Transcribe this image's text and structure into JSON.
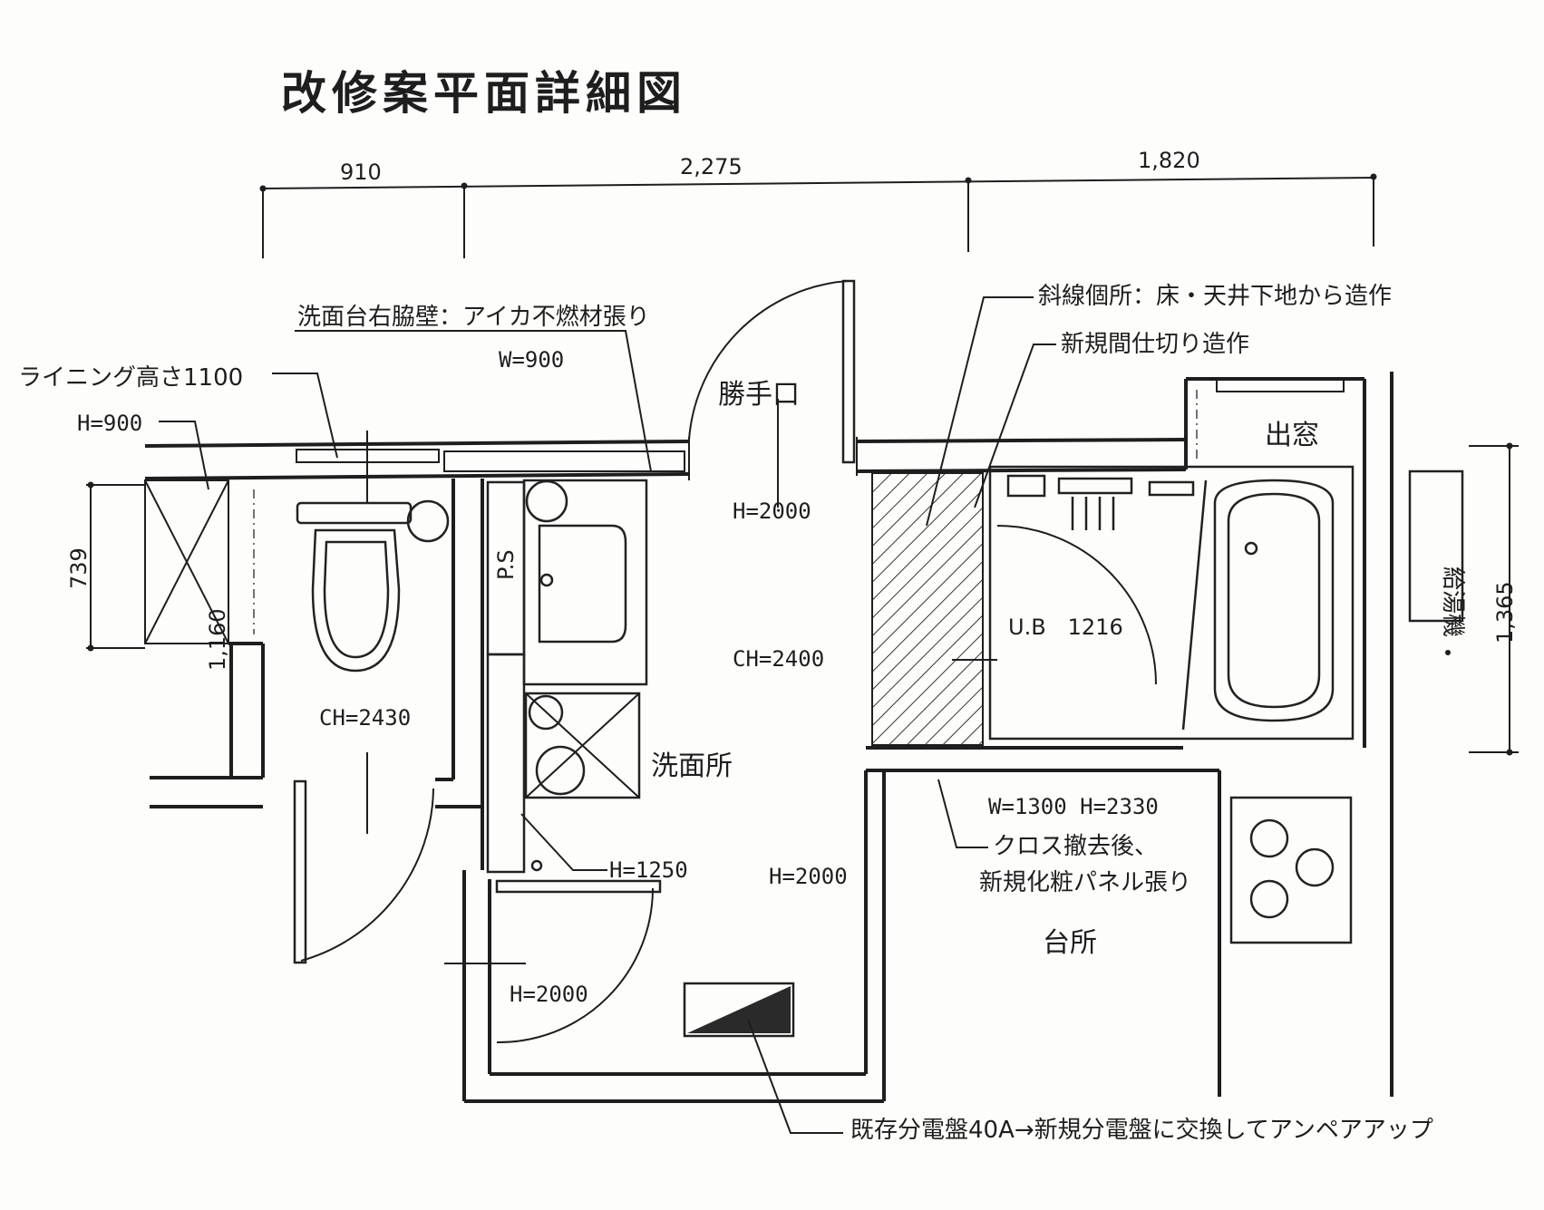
{
  "title": "改修案平面詳細図",
  "dimensions": {
    "top": [
      "910",
      "2,275",
      "1,820"
    ],
    "left": [
      "739",
      "1,160"
    ],
    "right": "1,365"
  },
  "rooms": {
    "toilet_ceiling": "CH=2430",
    "washroom": "洗面所",
    "washroom_ceiling": "CH=2400",
    "kitchen": "台所",
    "service_door": "勝手口",
    "unit_bath": "U.B　1216",
    "bay_window": "出窓",
    "water_heater": "給湯機",
    "pipe_space": "P.S"
  },
  "heights": {
    "lining_h": "H=900",
    "window_w": "W=900",
    "door_h_top": "H=2000",
    "counter_h": "H=1250",
    "door_h_mid": "H=2000",
    "door_h_bottom": "H=2000",
    "opening": "W=1300 H=2330"
  },
  "notes": {
    "vanity_wall": "洗面台右脇壁：アイカ不燃材張り",
    "lining": "ライニング高さ1100",
    "hatched": "斜線個所：床・天井下地から造作",
    "partition": "新規間仕切り造作",
    "cloth_line1": "クロス撤去後、",
    "cloth_line2": "新規化粧パネル張り",
    "panel": "既存分電盤40A→新規分電盤に交換してアンペアアップ"
  }
}
